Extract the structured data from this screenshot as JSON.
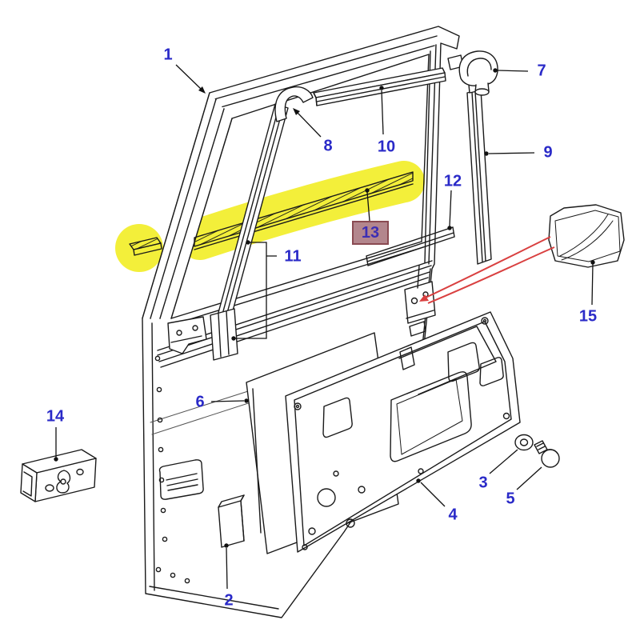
{
  "diagram": {
    "name": "vehicle-door-exploded-parts-diagram",
    "background": "#ffffff",
    "line_color": "#1a1a1a",
    "label_color": "#2a2ac8",
    "red_arrow_color": "#d94040",
    "highlight": {
      "color": "#f3ef3a",
      "highlighted_part": "13"
    },
    "callout_box": {
      "bg": "#b3868d",
      "border": "#8a4a52",
      "text_color": "#3c2eb4"
    }
  },
  "parts": {
    "p1": {
      "label": "1"
    },
    "p2": {
      "label": "2"
    },
    "p3": {
      "label": "3"
    },
    "p4": {
      "label": "4"
    },
    "p5": {
      "label": "5"
    },
    "p6": {
      "label": "6"
    },
    "p7": {
      "label": "7"
    },
    "p8": {
      "label": "8"
    },
    "p9": {
      "label": "9"
    },
    "p10": {
      "label": "10"
    },
    "p11": {
      "label": "11"
    },
    "p12": {
      "label": "12"
    },
    "p13": {
      "label": "13"
    },
    "p14": {
      "label": "14"
    },
    "p15": {
      "label": "15"
    }
  }
}
